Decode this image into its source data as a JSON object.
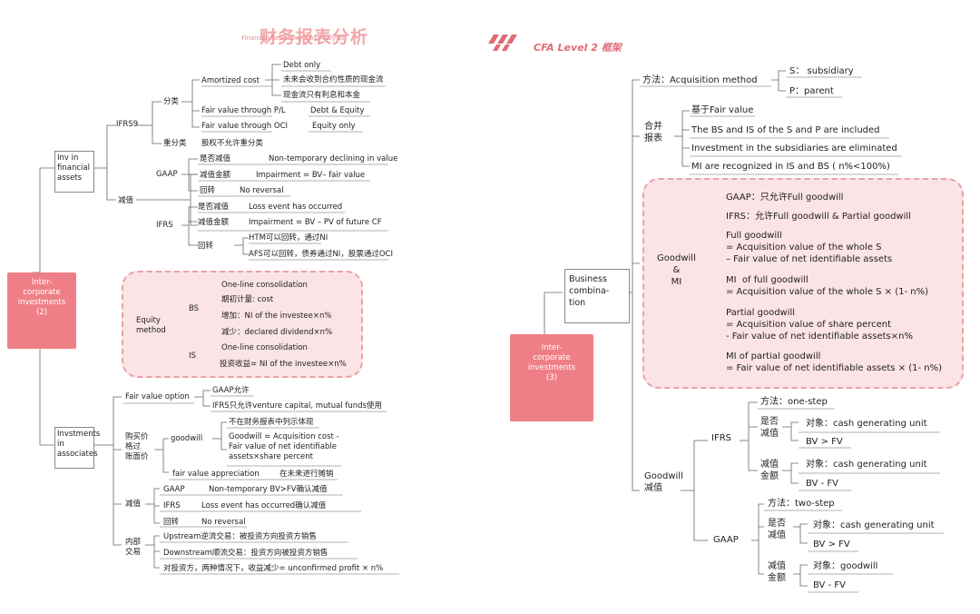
{
  "header": {
    "title_cn": "财务报表分析",
    "title_en": "Financial Reporting and Analysis",
    "brand": "CFA Level 2 框架"
  },
  "left": {
    "root": "Inter-\ncorporate\ninvestments\n(2)",
    "inv": "Inv in\nfinancial\nassets",
    "ifrs9": "IFRS9",
    "cls": "分类",
    "amort": "Amortized cost",
    "debt_only": "Debt only",
    "amort_c1": "未来会收到合约性质的现金流",
    "amort_c2": "现金流只有利息和本金",
    "fvpl": "Fair value through P/L",
    "fvpl_v": "Debt & Equity",
    "fvoci": "Fair value through OCI",
    "fvoci_v": "Equity only",
    "recls": "重分类",
    "recls_v": "股权不允许重分类",
    "impair": "减值",
    "gaap": "GAAP",
    "g_w": "是否减值",
    "g_w_v": "Non-temporary declining in value",
    "g_amt": "减值金额",
    "g_amt_v": "Impairment = BV– fair value",
    "g_rev": "回转",
    "g_rev_v": "No reversal",
    "ifrs": "IFRS",
    "i_w": "是否减值",
    "i_w_v": "Loss event has occurred",
    "i_amt": "减值金额",
    "i_amt_v": "Impairment = BV – PV of future CF",
    "i_rev": "回转",
    "i_rev_v1": "HTM可以回转，通过NI",
    "i_rev_v2": "AFS可以回转，债券通过NI，股票通过OCI",
    "eq": "Equity\nmethod",
    "bs": "BS",
    "olc": "One-line consolidation",
    "init": "期初计量: cost",
    "inc": "增加：NI of the investee×n%",
    "dec": "减少：declared dividend×n%",
    "is": "IS",
    "olc2": "One-line consolidation",
    "is_v": "投资收益= NI of the investee×n%",
    "assoc": "Invstments\nin\nassociates",
    "fvo": "Fair value option",
    "fvo_1": "GAAP允许",
    "fvo_2": "IFRS只允许venture capital, mutual funds使用",
    "pp": "购买价\n格过\n账面价",
    "gw": "goodwill",
    "gw_h": "不在财务报表中列示体现",
    "gw_f": "Goodwill = Acquisition cost - Fair value of net identifiable assets×share percent",
    "fva": "fair value appreciation",
    "fva_v": "在未来进行摊销",
    "imp2": "减值",
    "a_gaap": "GAAP",
    "a_gaap_v": "Non-temporary BV>FV确认减值",
    "a_ifrs": "IFRS",
    "a_ifrs_v": "Loss event has occurred确认减值",
    "a_rev": "回转",
    "a_rev_v": "No reversal",
    "intra": "内部\n交易",
    "up": "Upstream逆流交易：被投资方向投资方销售",
    "down": "Downstream顺流交易：投资方向被投资方销售",
    "both": "对投资方，两种情况下，收益减少= unconfirmed profit × n%"
  },
  "right": {
    "root": "Inter-\ncorporate\ninvestments\n(3)",
    "bc": "Business\ncombina-\ntion",
    "method": "方法：Acquisition method",
    "s": "S： subsidiary",
    "p": "P：parent",
    "merge": "合并\n报表",
    "m1": "基于Fair value",
    "m2": "The BS and IS of the S and P are included",
    "m3": "Investment in the subsidiaries are eliminated",
    "m4": "MI are recognized in IS and BS ( n%<100%)",
    "gwmi": "Goodwill\n&\nMI",
    "r1": "GAAP：只允许Full goodwill",
    "r2": "IFRS：允许Full goodwill & Partial goodwill",
    "r3": "Full goodwill\n= Acquisition value of the whole S\n– Fair value of net identifiable assets",
    "r4": "MI  of full goodwill\n= Acquisition value of the whole S × (1- n%)",
    "r5": "Partial goodwill\n= Acquisition value of share percent\n- Fair value of net identifiable assets×n%",
    "r6": "MI of partial goodwill\n= Fair value of net identifiable assets × (1- n%)",
    "gwi": "Goodwill\n减值",
    "ifrs": "IFRS",
    "ifrs_m": "方法：one-step",
    "ifrs_w": "是否\n减值",
    "ifrs_w1": "对象：cash generating unit",
    "ifrs_w2": "BV > FV",
    "ifrs_a": "减值\n金额",
    "ifrs_a1": "对象：cash generating unit",
    "ifrs_a2": "BV -  FV",
    "gaap": "GAAP",
    "gaap_m": "方法：two-step",
    "gaap_w": "是否\n减值",
    "gaap_w1": "对象：cash generating unit",
    "gaap_w2": "BV > FV",
    "gaap_a": "减值\n金额",
    "gaap_a1": "对象：goodwill",
    "gaap_a2": "BV -  FV"
  },
  "colors": {
    "accent": "#ef7f86",
    "cloud": "#fbe4e6",
    "cloud_border": "#e9a2a8",
    "line": "#555555"
  }
}
